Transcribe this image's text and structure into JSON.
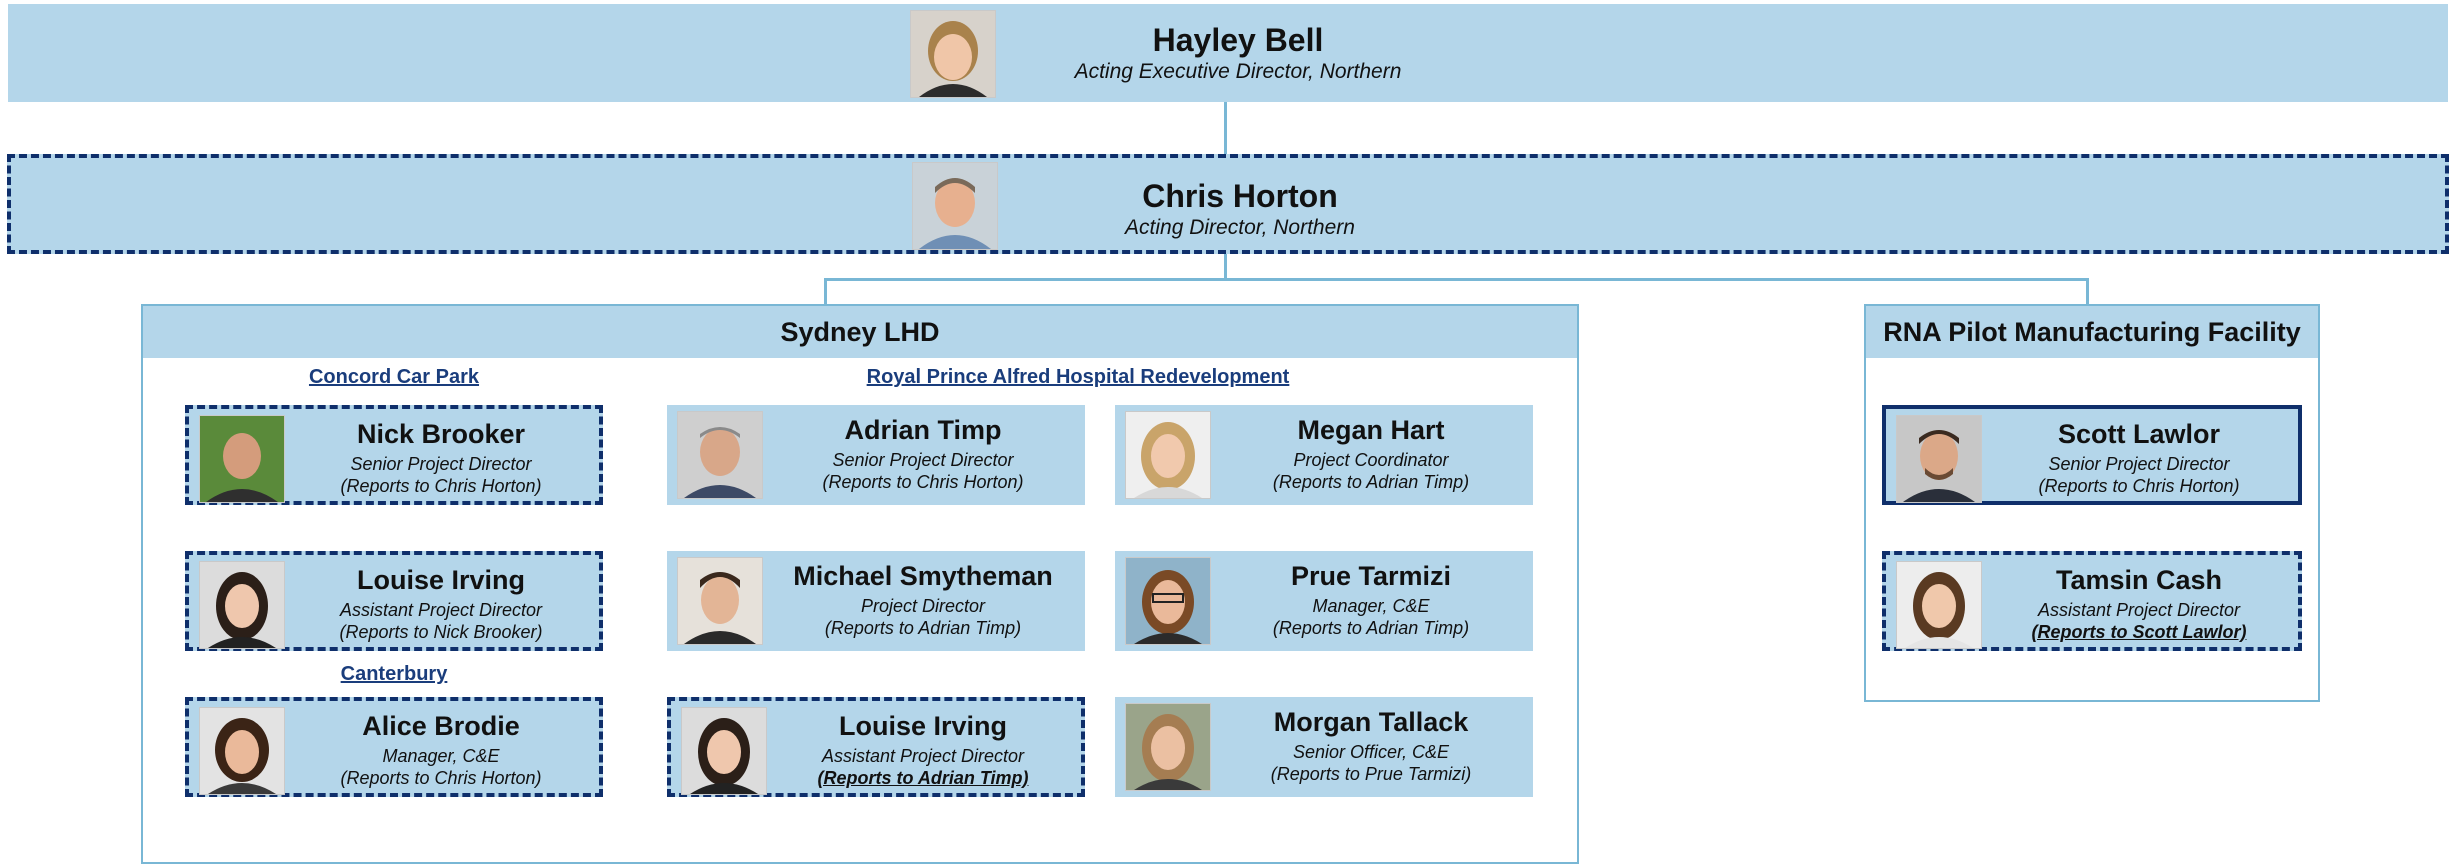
{
  "top": {
    "name": "Hayley Bell",
    "role": "Acting Executive Director, Northern"
  },
  "director": {
    "name": "Chris Horton",
    "role": "Acting Director, Northern"
  },
  "sydney": {
    "title": "Sydney LHD",
    "groups": {
      "concord": "Concord Car Park",
      "canterbury": "Canterbury",
      "rpa": "Royal Prince Alfred Hospital Redevelopment"
    },
    "people": [
      {
        "name": "Nick Brooker",
        "role": "Senior Project Director",
        "reports": "(Reports to Chris Horton)"
      },
      {
        "name": "Louise Irving",
        "role": "Assistant Project Director",
        "reports": "(Reports to Nick Brooker)"
      },
      {
        "name": "Alice Brodie",
        "role": "Manager, C&E",
        "reports": "(Reports to Chris Horton)"
      },
      {
        "name": "Adrian Timp",
        "role": "Senior Project Director",
        "reports": "(Reports to Chris Horton)"
      },
      {
        "name": "Michael Smytheman",
        "role": "Project Director",
        "reports": "(Reports to Adrian Timp)"
      },
      {
        "name": "Louise Irving",
        "role": "Assistant Project Director",
        "reports": "(Reports to Adrian Timp)"
      },
      {
        "name": "Megan Hart",
        "role": "Project Coordinator",
        "reports": "(Reports to Adrian Timp)"
      },
      {
        "name": "Prue Tarmizi",
        "role": "Manager, C&E",
        "reports": "(Reports to Adrian Timp)"
      },
      {
        "name": "Morgan Tallack",
        "role": "Senior Officer, C&E",
        "reports": "(Reports to Prue Tarmizi)"
      }
    ]
  },
  "rna": {
    "title": "RNA Pilot Manufacturing Facility",
    "people": [
      {
        "name": "Scott Lawlor",
        "role": "Senior Project Director",
        "reports": "(Reports to Chris Horton)"
      },
      {
        "name": "Tamsin Cash",
        "role": "Assistant Project Director",
        "reports": "(Reports to Scott Lawlor)"
      }
    ]
  },
  "colors": {
    "band": "#b4d6ea",
    "dashed_border": "#0f2f6b",
    "connector": "#79b7d5",
    "group_title": "#1a3d7c"
  }
}
